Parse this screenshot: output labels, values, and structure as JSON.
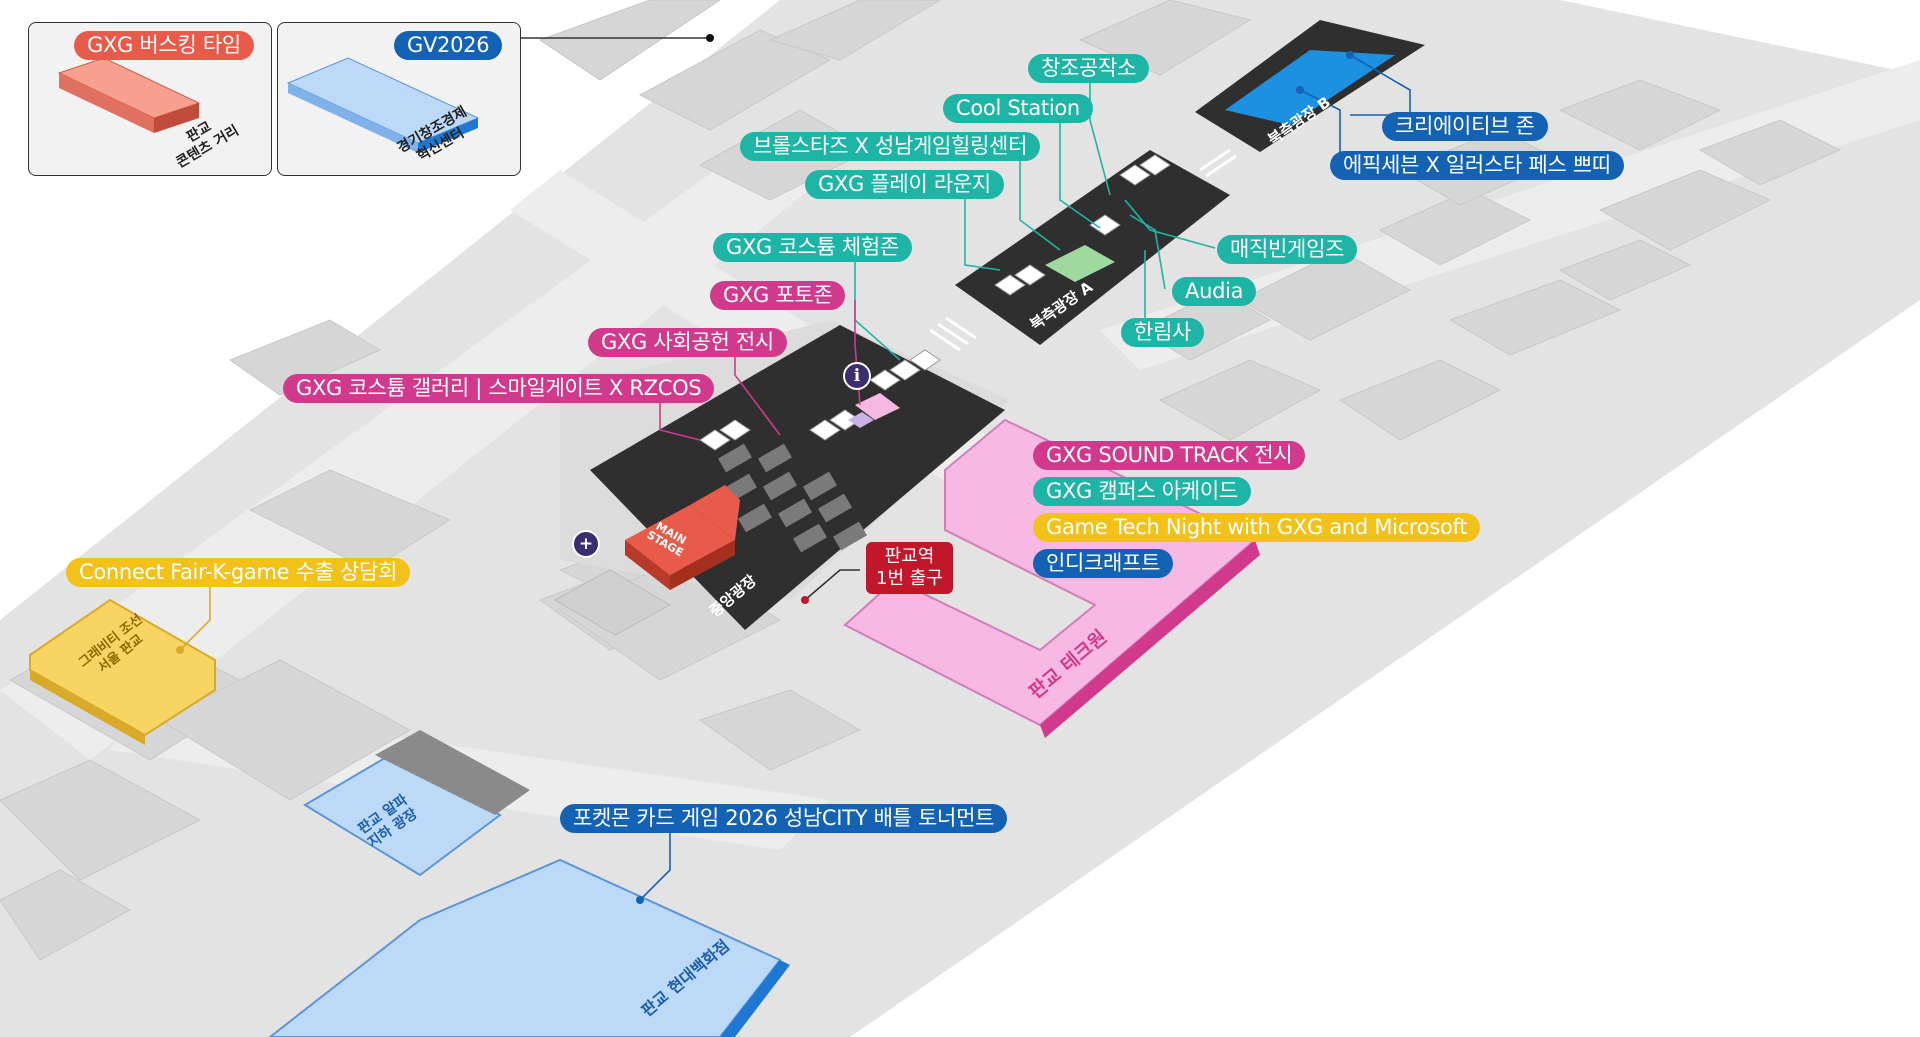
{
  "legend": {
    "busking": {
      "badge": "GXG 버스킹 타임",
      "caption_line1": "판교",
      "caption_line2": "콘텐츠 거리"
    },
    "gv2026": {
      "badge": "GV2026",
      "caption_line1": "경기창조경제",
      "caption_line2": "혁신센터"
    }
  },
  "zones": {
    "central": "중앙광장",
    "main_stage_line1": "MAIN",
    "main_stage_line2": "STAGE",
    "north_a": "북측광장 A",
    "north_b": "북측광장 B",
    "techno": "판교 테크원",
    "gravity_line1": "그래비티 조선",
    "gravity_line2": "서울 판교",
    "alpha_line1": "판교 알파",
    "alpha_line2": "지하 광장",
    "hyundai": "판교 현대백화점"
  },
  "exit": {
    "line1": "판교역",
    "line2": "1번 출구"
  },
  "labels": {
    "creative_lab": "창조공작소",
    "cool_station": "Cool Station",
    "brol": "브롤스타즈 X 성남게임힐링센터",
    "play_lounge": "GXG 플레이 라운지",
    "costume_exp": "GXG 코스튬 체험존",
    "photo": "GXG 포토존",
    "social": "GXG 사회공헌 전시",
    "costume_gallery": "GXG 코스튬 갤러리 | 스마일게이트 X RZCOS",
    "creative_zone": "크리에이티브 존",
    "epic": "에픽세븐 X 일러스타 페스 쁘띠",
    "magic": "매직빈게임즈",
    "audia": "Audia",
    "hanrim": "한림사",
    "soundtrack": "GXG SOUND TRACK 전시",
    "campus": "GXG 캠퍼스 아케이드",
    "game_tech": "Game Tech Night with GXG and Microsoft",
    "indie": "인디크래프트",
    "connect": "Connect Fair-K-game 수출 상담회",
    "pokemon": "포켓몬 카드 게임 2026 성남CITY 배틀 토너먼트"
  },
  "icons": [
    "info-icon",
    "first-aid-icon"
  ],
  "colors": {
    "teal": "#1fb5a6",
    "magenta": "#d13a8c",
    "yellow": "#f2c21b",
    "blue": "#1462b4",
    "red": "#e85a4a",
    "exit_red": "#c0172b",
    "plaza_dark": "#2f2f2f",
    "pink_building": "#f7b9e4",
    "blue_building": "#bcd9f7",
    "yellow_building": "#f8d562"
  }
}
